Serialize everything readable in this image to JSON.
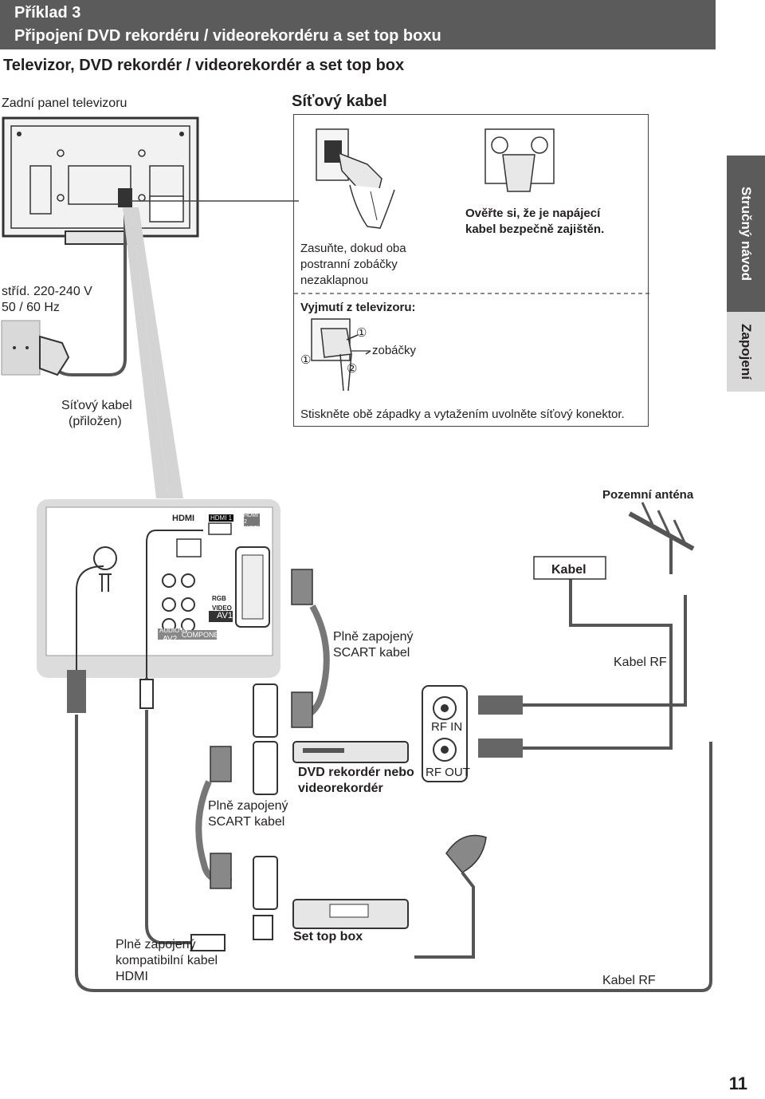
{
  "header": {
    "title_line1": "Příklad 3",
    "title_line2": "Připojení DVD rekordéru / videorekordéru a set top boxu"
  },
  "subtitle": "Televizor, DVD rekordér / videorekordér a set top box",
  "tv_panel": {
    "label": "Zadní panel televizoru",
    "voltage": "stříd. 220-240 V",
    "frequency": "50 / 60 Hz",
    "cable_line1": "Síťový kabel",
    "cable_line2": "(přiložen)"
  },
  "power_box": {
    "title": "Síťový kabel",
    "insert_line1": "Zasuňte, dokud oba",
    "insert_line2": "postranní zobáčky",
    "insert_line3": "nezaklapnou",
    "verify_line1": "Ověřte si, že je napájecí",
    "verify_line2": "kabel bezpečně zajištěn.",
    "remove_title": "Vyjmutí z televizoru:",
    "clips_label": "zobáčky",
    "marker_1": "①",
    "marker_2": "②",
    "release_text": "Stiskněte obě západky a vytažením uvolněte síťový konektor."
  },
  "side_tabs": {
    "dark": "Stručný návod",
    "light": "Zapojení"
  },
  "connection": {
    "antenna_label": "Pozemní anténa",
    "cable_box_label": "Kabel",
    "scart1_line1": "Plně zapojený",
    "scart1_line2": "SCART kabel",
    "rf_cable_label_1": "Kabel RF",
    "rf_in": "RF IN",
    "rf_out": "RF OUT",
    "dvd_line1": "DVD rekordér nebo",
    "dvd_line2": "videorekordér",
    "scart2_line1": "Plně zapojený",
    "scart2_line2": "SCART kabel",
    "hdmi_line1": "Plně zapojený",
    "hdmi_line2": "kompatibilní kabel",
    "hdmi_line3": "HDMI",
    "stb_label": "Set top box",
    "rf_cable_label_2": "Kabel RF"
  },
  "tv_ports": {
    "hdmi_logo": "HDMI",
    "hdmi1": "HDMI 1",
    "hdmi2": "HDMI 2 (ARC)",
    "rgb": "RGB",
    "video": "VIDEO",
    "av1": "AV1",
    "audio_in": "AUDIO IN",
    "av2": "AV2",
    "component": "COMPONENT"
  },
  "page_number": "11"
}
